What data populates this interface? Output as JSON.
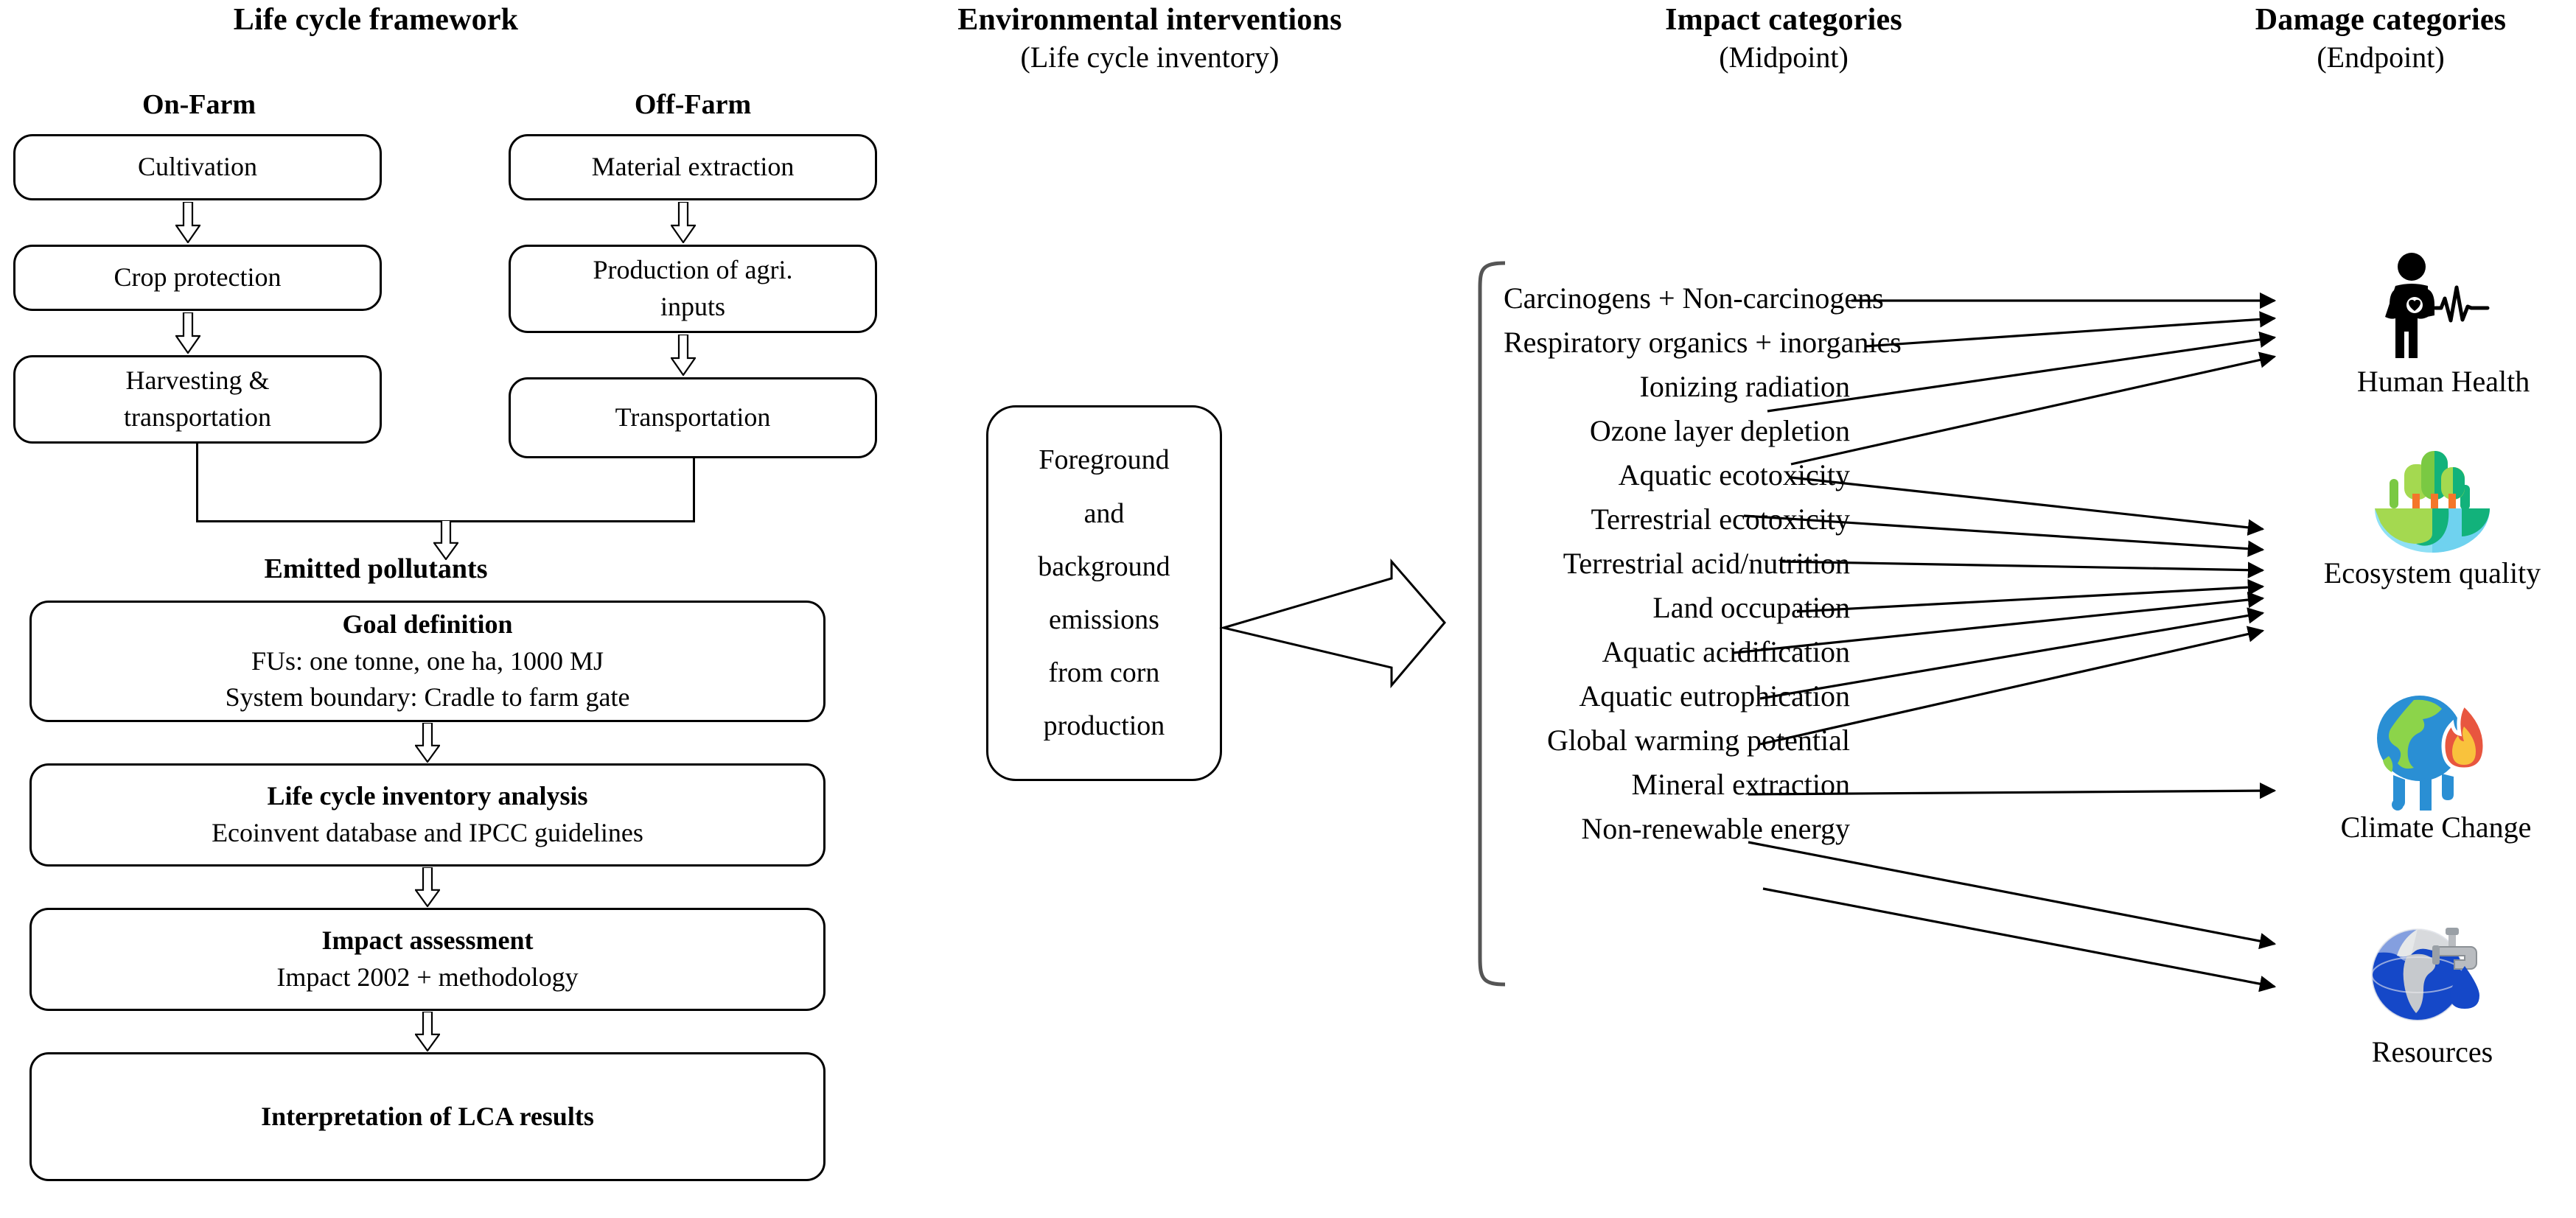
{
  "columns": {
    "life_cycle": {
      "title": "Life cycle framework"
    },
    "environmental": {
      "title": "Environmental interventions",
      "subtitle": "(Life  cycle inventory)"
    },
    "impact": {
      "title": "Impact categories",
      "subtitle": "(Midpoint)"
    },
    "damage": {
      "title": "Damage categories",
      "subtitle": "(Endpoint)"
    }
  },
  "life_cycle": {
    "on_farm_label": "On-Farm",
    "off_farm_label": "Off-Farm",
    "on_farm_steps": [
      {
        "text": "Cultivation"
      },
      {
        "text": "Crop protection"
      },
      {
        "line1": "Harvesting  &",
        "line2": "transportation"
      }
    ],
    "off_farm_steps": [
      {
        "text": "Material  extraction"
      },
      {
        "line1": "Production  of agri.",
        "line2": "inputs"
      },
      {
        "text": "Transportation"
      }
    ],
    "emitted_label": "Emitted  pollutants",
    "phases": [
      {
        "title": "Goal definition",
        "line1": "FUs: one tonne,  one ha, 1000 MJ",
        "line2": "System boundary:  Cradle to farm  gate"
      },
      {
        "title": "Life cycle inventory analysis",
        "line1": "Ecoinvent  database and IPCC guidelines"
      },
      {
        "title": "Impact assessment",
        "line1": "Impact  2002 + methodology"
      },
      {
        "title": "Interpretation  of LCA results"
      }
    ]
  },
  "environmental": {
    "box_lines": [
      "Foreground",
      "and",
      "background",
      "emissions",
      "from  corn",
      "production"
    ]
  },
  "impact_categories": [
    {
      "label": "Carcinogens + Non-carcinogens",
      "target": "human-health"
    },
    {
      "label": "Respiratory organics + inorganics",
      "target": "human-health"
    },
    {
      "label": "Ionizing radiation",
      "target": "human-health"
    },
    {
      "label": "Ozone layer depletion",
      "target": "human-health"
    },
    {
      "label": "Aquatic ecotoxicity",
      "target": "ecosystem-quality"
    },
    {
      "label": "Terrestrial ecotoxicity",
      "target": "ecosystem-quality"
    },
    {
      "label": "Terrestrial acid/nutrition",
      "target": "ecosystem-quality"
    },
    {
      "label": "Land occupation",
      "target": "ecosystem-quality"
    },
    {
      "label": "Aquatic acidification",
      "target": "ecosystem-quality"
    },
    {
      "label": "Aquatic eutrophication",
      "target": "ecosystem-quality"
    },
    {
      "label": "Global warming potential",
      "target": "climate-change"
    },
    {
      "label": "Mineral extraction",
      "target": "resources"
    },
    {
      "label": "Non-renewable energy",
      "target": "resources"
    }
  ],
  "damage_categories": [
    {
      "id": "human-health",
      "label": "Human Health",
      "icon": "person-heartbeat-icon"
    },
    {
      "id": "ecosystem-quality",
      "label": "Ecosystem quality",
      "icon": "trees-water-globe-icon"
    },
    {
      "id": "climate-change",
      "label": "Climate Change",
      "icon": "melting-earth-flame-icon"
    },
    {
      "id": "resources",
      "label": "Resources",
      "icon": "earth-faucet-droplet-icon"
    }
  ],
  "colors": {
    "stroke": "#000000",
    "eco_leaf_light": "#a4d950",
    "eco_leaf_mid": "#7ac943",
    "eco_green_dark": "#12b27b",
    "eco_water_light": "#8fe0f5",
    "eco_water_mid": "#6fd2ef",
    "eco_trunk": "#f4762a",
    "earth_blue": "#2a8fd4",
    "earth_green": "#8cd44a",
    "flame_red": "#e8563f",
    "flame_yellow": "#f9c23c",
    "res_blue": "#1548c8",
    "res_grey": "#b9bcc0"
  }
}
